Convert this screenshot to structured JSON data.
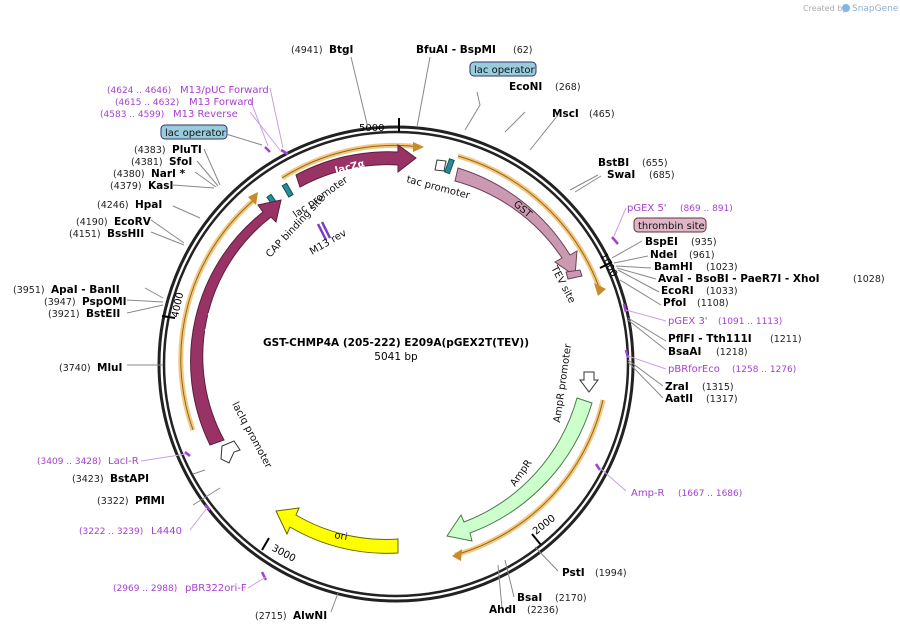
{
  "watermark": {
    "text": "Created by",
    "brand": "SnapGene"
  },
  "plasmid": {
    "name": "GST-CHMP4A (205-222) E209A(pGEX2T(TEV))",
    "length_label": "5041 bp",
    "length": 5041
  },
  "ticks": [
    "5000",
    "1000",
    "2000",
    "3000",
    "4000"
  ],
  "sites_right": [
    {
      "id": "bspmi",
      "name": "BfuAI  - BspMI",
      "pos": "(62)"
    },
    {
      "id": "econi",
      "name": "EcoNI",
      "pos": "(268)"
    },
    {
      "id": "msci",
      "name": "MscI",
      "pos": "(465)"
    },
    {
      "id": "bstbi",
      "name": "BstBI",
      "pos": "(655)"
    },
    {
      "id": "swai",
      "name": "SwaI",
      "pos": "(685)"
    },
    {
      "id": "bspei",
      "name": "BspEI",
      "pos": "(935)"
    },
    {
      "id": "ndei",
      "name": "NdeI",
      "pos": "(961)"
    },
    {
      "id": "bamhi",
      "name": "BamHI",
      "pos": "(1023)"
    },
    {
      "id": "avai",
      "name": "AvaI  - BsoBI  - PaeR7I  - XhoI",
      "pos": "(1028)"
    },
    {
      "id": "ecori",
      "name": "EcoRI",
      "pos": "(1033)"
    },
    {
      "id": "pfoi",
      "name": "PfoI",
      "pos": "(1108)"
    },
    {
      "id": "pflfi",
      "name": "PflFI  - Tth111I",
      "pos": "(1211)"
    },
    {
      "id": "bsaai",
      "name": "BsaAI",
      "pos": "(1218)"
    },
    {
      "id": "zrai",
      "name": "ZraI",
      "pos": "(1315)"
    },
    {
      "id": "aatii",
      "name": "AatII",
      "pos": "(1317)"
    },
    {
      "id": "psti",
      "name": "PstI",
      "pos": "(1994)"
    },
    {
      "id": "bsai",
      "name": "BsaI",
      "pos": "(2170)"
    },
    {
      "id": "ahdi",
      "name": "AhdI",
      "pos": "(2236)"
    }
  ],
  "sites_left": [
    {
      "id": "btgi",
      "name": "BtgI",
      "pos": "(4941)"
    },
    {
      "id": "pluti",
      "name": "PluTI",
      "pos": "(4383)"
    },
    {
      "id": "sfoi",
      "name": "SfoI",
      "pos": "(4381)"
    },
    {
      "id": "nari",
      "name": "NarI *",
      "pos": "(4380)"
    },
    {
      "id": "kasi",
      "name": "KasI",
      "pos": "(4379)"
    },
    {
      "id": "hpai",
      "name": "HpaI",
      "pos": "(4246)"
    },
    {
      "id": "ecorv",
      "name": "EcoRV",
      "pos": "(4190)"
    },
    {
      "id": "bsshii",
      "name": "BssHII",
      "pos": "(4151)"
    },
    {
      "id": "apai",
      "name": "ApaI  - BanII",
      "pos": "(3951)"
    },
    {
      "id": "pspomi",
      "name": "PspOMI",
      "pos": "(3947)"
    },
    {
      "id": "bsteii",
      "name": "BstEII",
      "pos": "(3921)"
    },
    {
      "id": "mlui",
      "name": "MluI",
      "pos": "(3740)"
    },
    {
      "id": "bstapi",
      "name": "BstAPI",
      "pos": "(3423)"
    },
    {
      "id": "pflmi",
      "name": "PflMI",
      "pos": "(3322)"
    },
    {
      "id": "alwni",
      "name": "AlwNI",
      "pos": "(2715)"
    }
  ],
  "primers": [
    {
      "id": "m13puc",
      "name": "M13/pUC Forward",
      "range": "(4624 .. 4646)"
    },
    {
      "id": "m13f",
      "name": "M13 Forward",
      "range": "(4615 .. 4632)"
    },
    {
      "id": "m13r",
      "name": "M13 Reverse",
      "range": "(4583 .. 4599)"
    },
    {
      "id": "pgex5",
      "name": "pGEX 5'",
      "range": "(869 .. 891)"
    },
    {
      "id": "pgex3",
      "name": "pGEX 3'",
      "range": "(1091 .. 1113)"
    },
    {
      "id": "pbrforeco",
      "name": "pBRforEco",
      "range": "(1258 .. 1276)"
    },
    {
      "id": "ampr",
      "name": "Amp-R",
      "range": "(1667 .. 1686)"
    },
    {
      "id": "lacir",
      "name": "LacI-R",
      "range": "(3409 .. 3428)"
    },
    {
      "id": "l4440",
      "name": "L4440",
      "range": "(3222 .. 3239)"
    },
    {
      "id": "pbr322",
      "name": "pBR322ori-F",
      "range": "(2969 .. 2988)"
    }
  ],
  "features": {
    "lac_operator_top": "lac operator",
    "lac_operator_left": "lac operator",
    "thrombin_site": "thrombin site",
    "lacZa": "lacZα",
    "tac_promoter": "tac promoter",
    "gst": "GST",
    "tev_site": "TEV site",
    "lac_promoter": "lac promoter",
    "cap_binding_site": "CAP binding site",
    "m13_rev": "M13 rev",
    "laci": "lacI",
    "laciq_promoter": "lacIq promoter",
    "ampr_promoter": "AmpR promoter",
    "ampr": "AmpR",
    "ori": "ori"
  },
  "colors": {
    "primer": "#a63fcf",
    "lacZa": "#993366",
    "laci": "#993366",
    "gst": "#cc99b2",
    "ampr": "#ccffcc",
    "ori": "#ffff00",
    "lac_operator": "#99ccdd",
    "thrombin": "#dfb6c8",
    "highlight": "#f5c77e"
  }
}
